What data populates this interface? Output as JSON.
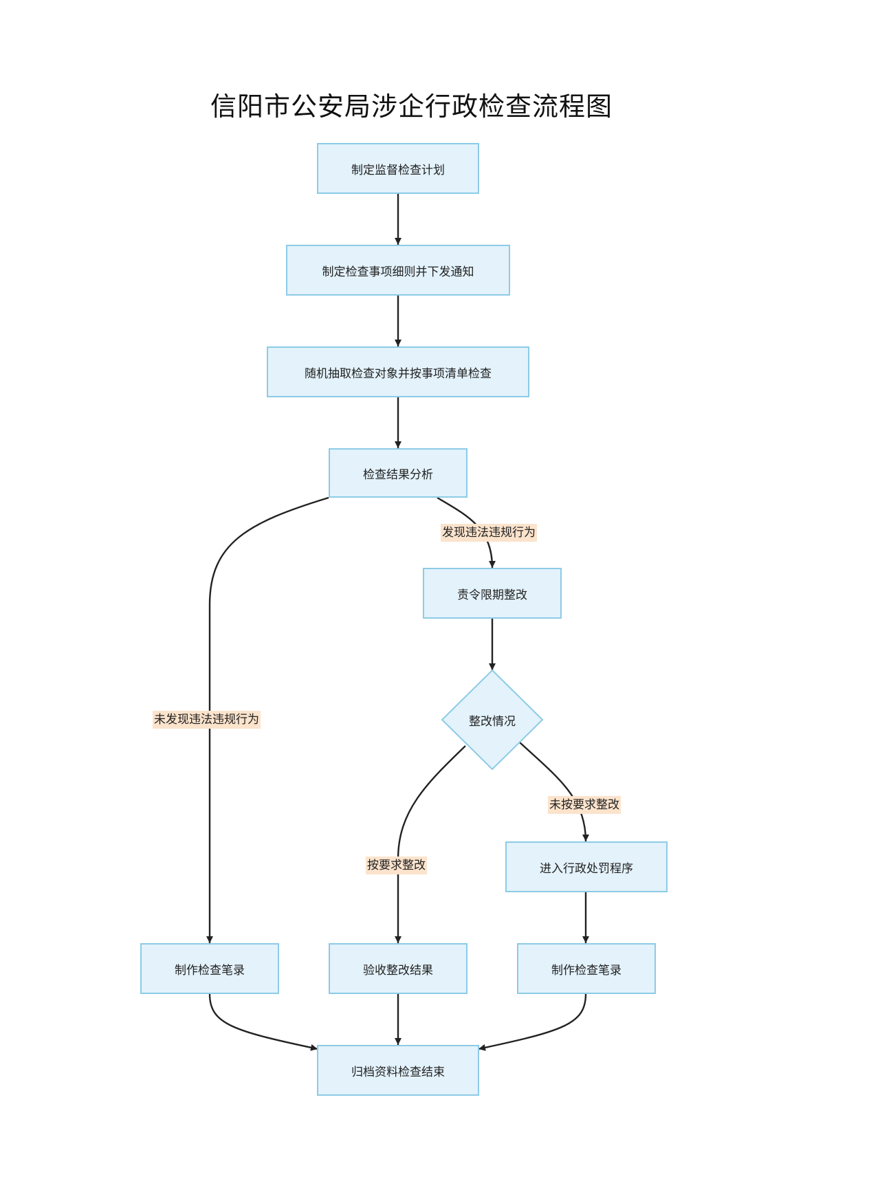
{
  "title": "信阳市公安局涉企行政检查流程图",
  "colors": {
    "node_fill": "#e3f2fb",
    "node_border": "#8ccbe6",
    "edge": "#222222",
    "edge_label_bg": "#fbe3cc"
  },
  "nodes": {
    "plan": "制定监督检查计划",
    "rules": "制定检查事项细则并下发通知",
    "random": "随机抽取检查对象并按事项清单检查",
    "analysis": "检查结果分析",
    "rectify_order": "责令限期整改",
    "rectify_status": "整改情况",
    "penalty": "进入行政处罚程序",
    "record_left": "制作检查笔录",
    "accept_result": "验收整改结果",
    "record_right": "制作检查笔录",
    "archive": "归档资料检查结束"
  },
  "edge_labels": {
    "violation_found": "发现违法违规行为",
    "no_violation": "未发现违法违规行为",
    "not_rectified": "未按要求整改",
    "rectified": "按要求整改"
  }
}
